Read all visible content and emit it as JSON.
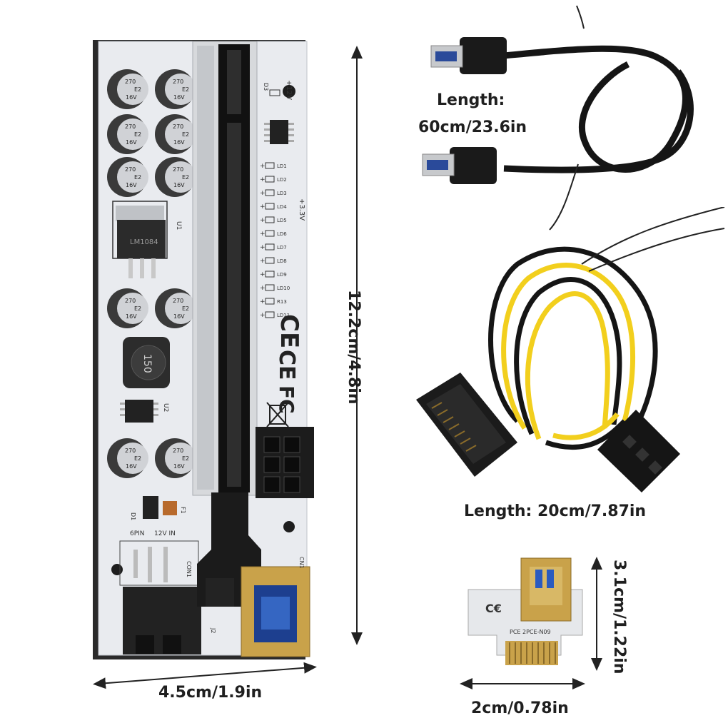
{
  "board": {
    "cap_value": "270",
    "cap_code": "E2",
    "cap_voltage": "16V",
    "inductor_value": "150",
    "regulator_text": "LM1084",
    "reg_id": "U1",
    "sw_id": "U2",
    "plus12": "+12V",
    "plus33": "+3.3V",
    "label_6pin": "6PIN",
    "label_12vin": "12V IN",
    "label_conn1": "CON1",
    "label_j2": "J2",
    "label_cn1": "CN1",
    "label_d1": "D1",
    "label_f1": "F1",
    "label_d3": "D3",
    "leds": [
      "LD1",
      "LD2",
      "LD3",
      "LD4",
      "LD5",
      "LD6",
      "LD7",
      "LD8",
      "LD9",
      "LD10",
      "R13",
      "LD11"
    ]
  },
  "small_board": {
    "silk": "PCE 2PCE-N09"
  },
  "cable_usb": {
    "length_label": "Length:",
    "length_value": "60cm/23.6in"
  },
  "cable_power": {
    "length_label": "Length: 20cm/7.87in"
  },
  "dimensions": {
    "board_height": "12.2cm/4.8in",
    "board_width": "4.5cm/1.9in",
    "small_height": "3.1cm/1.22in",
    "small_width": "2cm/0.78in"
  },
  "colors": {
    "pcb": "#e9ebef",
    "yellow_wire": "#f2cf1d",
    "black_wire": "#151515",
    "gold": "#c9a24a"
  }
}
